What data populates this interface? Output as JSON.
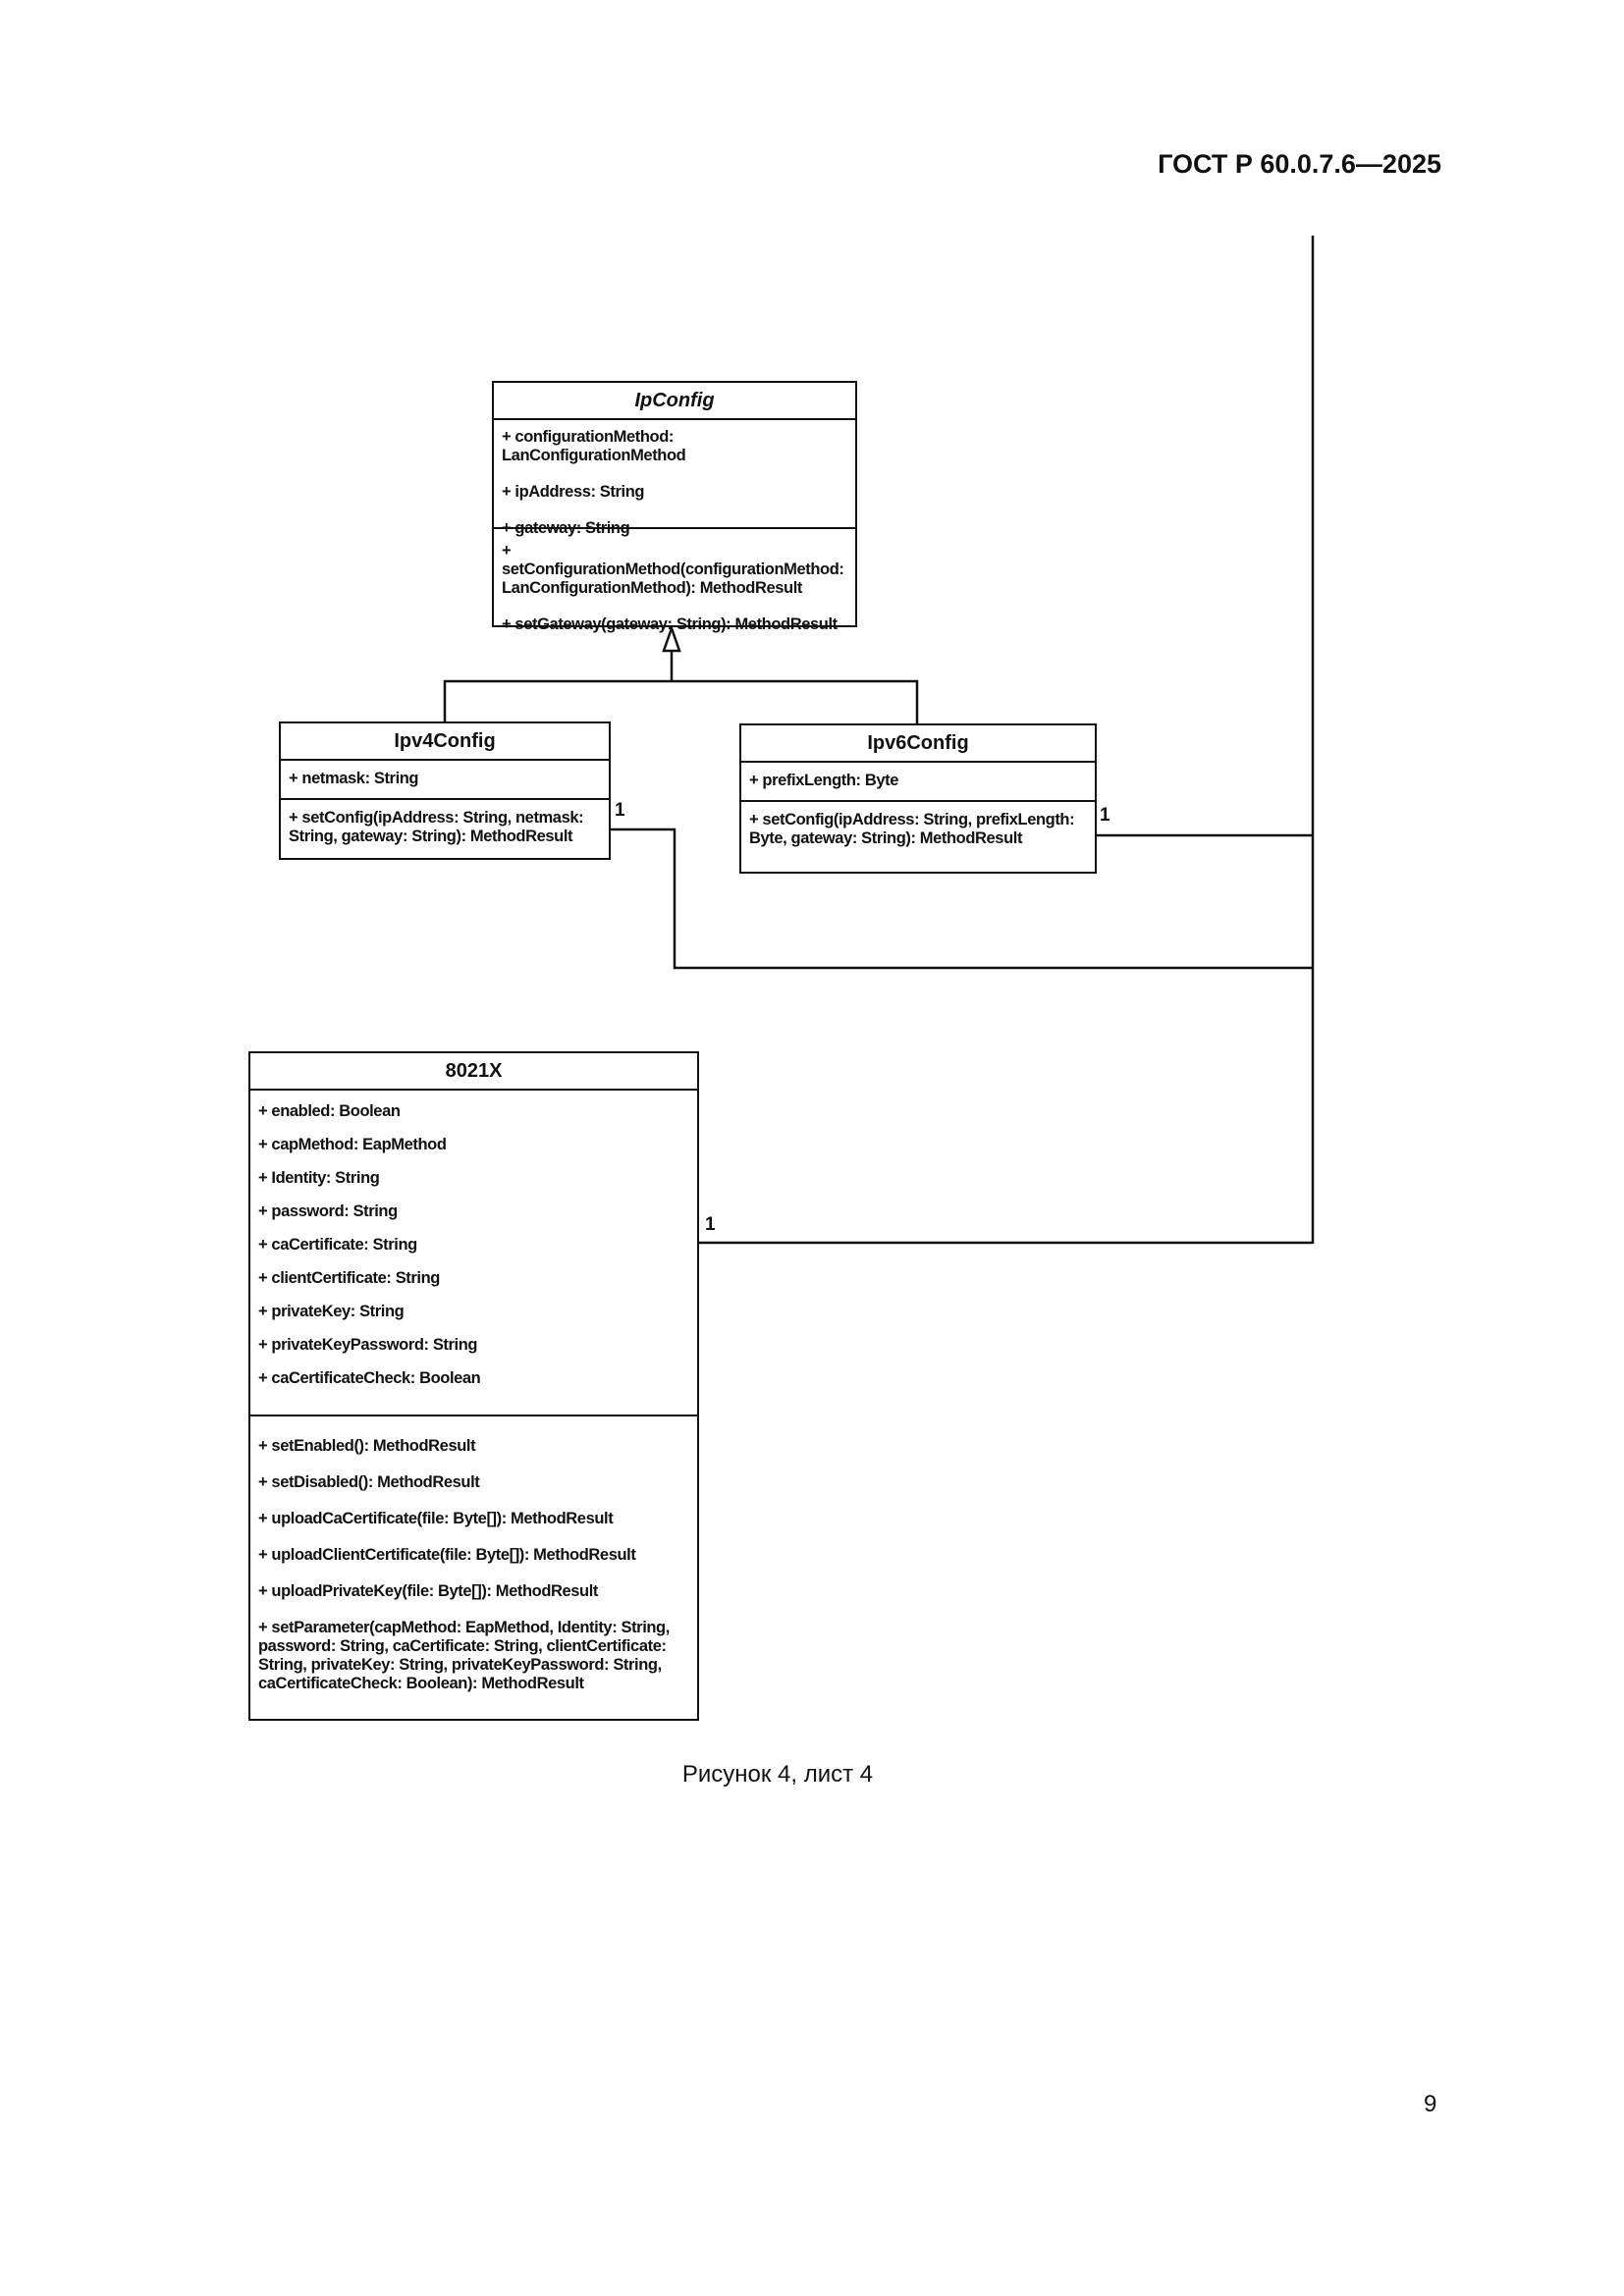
{
  "header": {
    "doc_id": "ГОСТ Р 60.0.7.6—2025"
  },
  "diagram": {
    "ipconfig": {
      "name": "IpConfig",
      "abstract": true,
      "attributes": [
        "+ configurationMethod: LanConfigurationMethod",
        "+ ipAddress: String",
        "+ gateway: String"
      ],
      "methods": [
        "+ setConfigurationMethod(configurationMethod: LanConfigurationMethod): MethodResult",
        "+ setGateway(gateway: String): MethodResult"
      ]
    },
    "ipv4config": {
      "name": "Ipv4Config",
      "attributes": [
        "+ netmask: String"
      ],
      "methods": [
        "+ setConfig(ipAddress: String, netmask: String, gateway: String): MethodResult"
      ],
      "multiplicity": "1"
    },
    "ipv6config": {
      "name": "Ipv6Config",
      "attributes": [
        "+ prefixLength: Byte"
      ],
      "methods": [
        "+ setConfig(ipAddress: String, prefixLength: Byte, gateway: String): MethodResult"
      ],
      "multiplicity": "1"
    },
    "x8021": {
      "name": "8021X",
      "attributes": [
        "+ enabled: Boolean",
        "+ capMethod: EapMethod",
        "+ Identity: String",
        "+ password: String",
        "+ caCertificate: String",
        "+ clientCertificate: String",
        "+ privateKey: String",
        "+ privateKeyPassword: String",
        "+ caCertificateCheck: Boolean"
      ],
      "methods": [
        "+ setEnabled(): MethodResult",
        "+ setDisabled(): MethodResult",
        "+ uploadCaCertificate(file: Byte[]): MethodResult",
        "+ uploadClientCertificate(file: Byte[]): MethodResult",
        "+ uploadPrivateKey(file: Byte[]): MethodResult",
        "+ setParameter(capMethod: EapMethod, Identity: String, password: String, caCertificate: String, clientCertificate: String, privateKey: String, privateKeyPassword: String, caCertificateCheck: Boolean): MethodResult"
      ],
      "multiplicity": "1"
    }
  },
  "caption": "Рисунок 4, лист 4",
  "page_number": "9"
}
